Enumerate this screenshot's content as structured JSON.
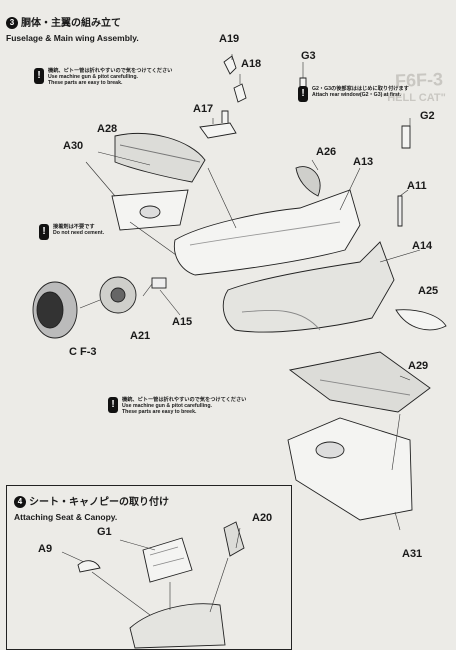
{
  "step3": {
    "number": "3",
    "title_jp": "胴体・主翼の組み立て",
    "title_en": "Fuselage & Main wing Assembly."
  },
  "step4": {
    "number": "4",
    "title_jp": "シート・キャノピーの取り付け",
    "title_en": "Attaching Seat & Canopy."
  },
  "notes": {
    "careful_top": {
      "jp": "機銃、ピトー管は折れやすいので気をつけてください",
      "en1": "Use machine gun & pitot carefulling.",
      "en2": "These parts are easy to break."
    },
    "no_cement": {
      "jp": "接着剤は不要です",
      "en": "Do not need cement."
    },
    "rear_window": {
      "jp": "G2・G3の後部窓ははじめに取り付けます",
      "en": "Attach rear window(G2・G3) at first."
    },
    "careful_bottom": {
      "jp": "機銃、ピトー管は折れやすいので気をつけてください",
      "en1": "Use machine gun & pitot carefulling.",
      "en2": "These parts are easy to breek."
    }
  },
  "parts": {
    "a19": "A19",
    "g3": "G3",
    "a18": "A18",
    "a17": "A17",
    "a28": "A28",
    "g2": "G2",
    "a30": "A30",
    "a26": "A26",
    "a13": "A13",
    "a11": "A11",
    "a14": "A14",
    "a25": "A25",
    "a21": "A21",
    "a15": "A15",
    "cf3": "C F-3",
    "a29": "A29",
    "a31": "A31",
    "g1": "G1",
    "a20": "A20",
    "a9": "A9"
  },
  "background_text": {
    "model": "F6F-3",
    "name": "\"HELL CAT\""
  }
}
